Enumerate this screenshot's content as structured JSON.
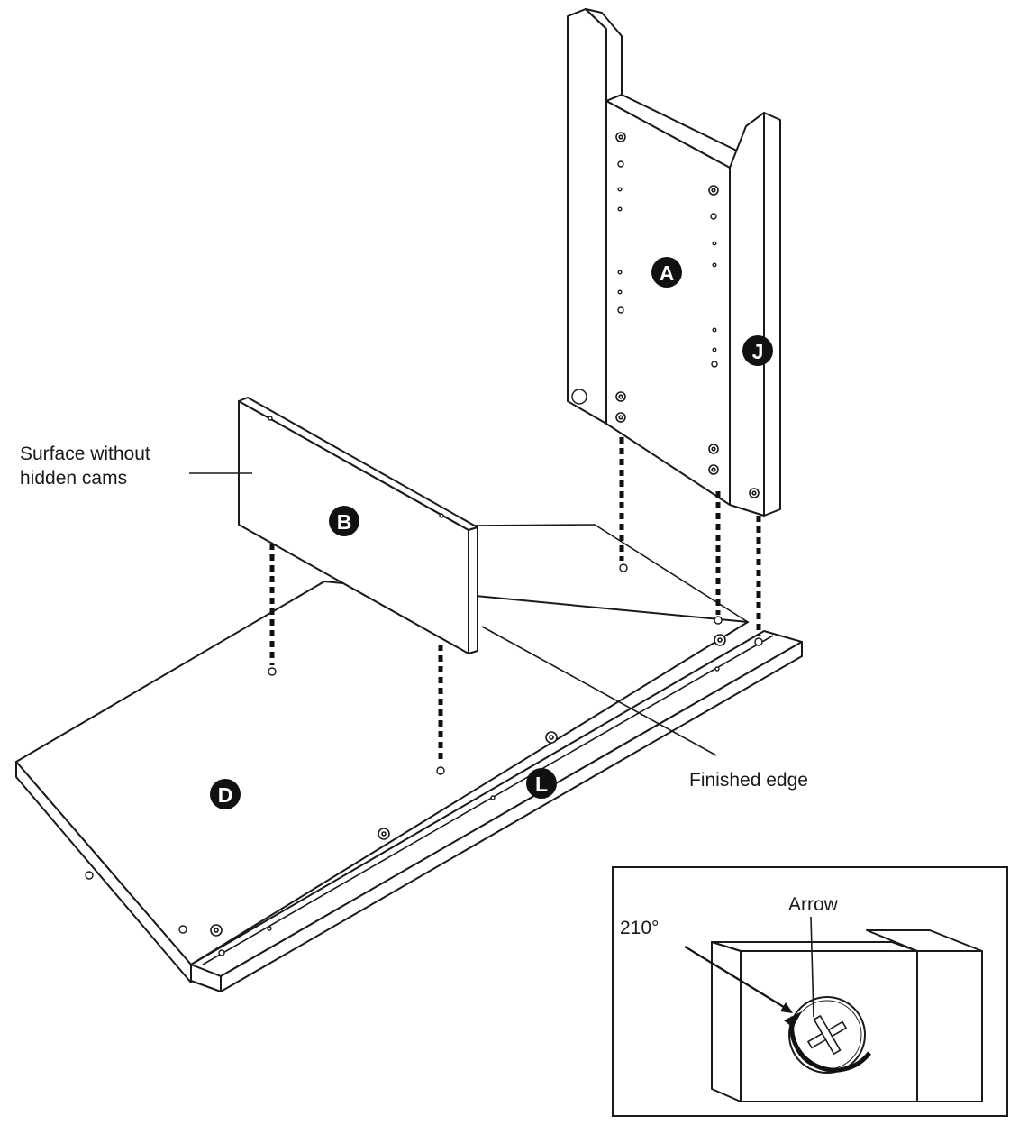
{
  "parts": {
    "A": "A",
    "B": "B",
    "D": "D",
    "J": "J",
    "L": "L"
  },
  "callouts": {
    "surface_line1": "Surface without",
    "surface_line2": "hidden cams",
    "finished_edge": "Finished edge"
  },
  "inset": {
    "arrow_label": "Arrow",
    "angle_label": "210°"
  },
  "colors": {
    "line": "#1a1a1a",
    "badge": "#111111",
    "background": "#ffffff"
  }
}
